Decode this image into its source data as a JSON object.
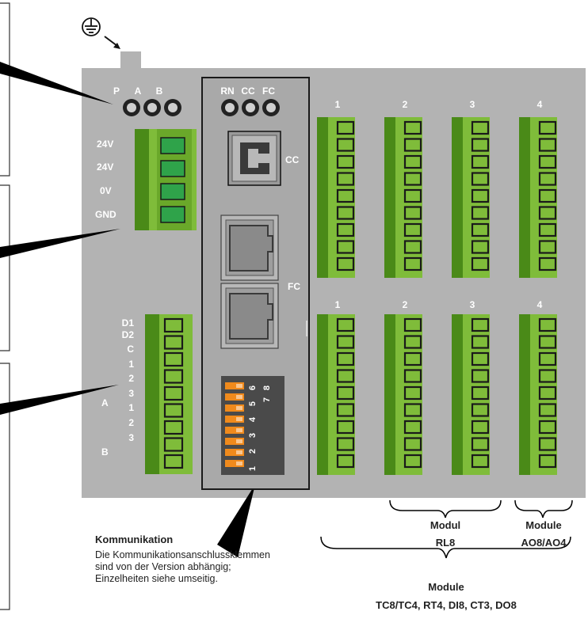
{
  "top_leds": [
    {
      "label": "P"
    },
    {
      "label": "A"
    },
    {
      "label": "B"
    }
  ],
  "comm_leds": [
    {
      "label": "RN"
    },
    {
      "label": "CC"
    },
    {
      "label": "FC"
    }
  ],
  "power_labels": [
    "24V",
    "24V",
    "0V",
    "GND"
  ],
  "io_labels": [
    "D1",
    "D2",
    "C",
    "1",
    "2",
    "3",
    "1",
    "2",
    "3"
  ],
  "io_group_labels": [
    "A",
    "B"
  ],
  "port_cc_label": "CC",
  "port_fc_label": "FC",
  "dip_numbers": [
    "1",
    "2",
    "3",
    "4",
    "5",
    "6",
    "7",
    "8"
  ],
  "slot_numbers_top": [
    "1",
    "2",
    "3",
    "4"
  ],
  "slot_numbers_bottom": [
    "1",
    "2",
    "3",
    "4"
  ],
  "communication": {
    "title": "Kommunikation",
    "text_lines": [
      "Die Kommunikationsanschlussklemmen",
      "sind von der Version abhängig;",
      "Einzelheiten siehe umseitig."
    ]
  },
  "module_rl8": {
    "line1": "Modul",
    "line2": "RL8"
  },
  "module_ao": {
    "line1": "Module",
    "line2": "AO8/AO4"
  },
  "module_all": {
    "line1": "Module",
    "line2": "TC8/TC4, RT4, DI8, CT3, DO8"
  },
  "colors": {
    "housing": "#b3b3b3",
    "comm_panel": "#a9a9a9",
    "terminal_green": "#7fbc3a",
    "terminal_dark": "#4a8a18",
    "dip_orange": "#f08a1c",
    "dip_body": "#4a4a4a"
  },
  "icons": [
    "ground-icon",
    "arrow-icon"
  ]
}
